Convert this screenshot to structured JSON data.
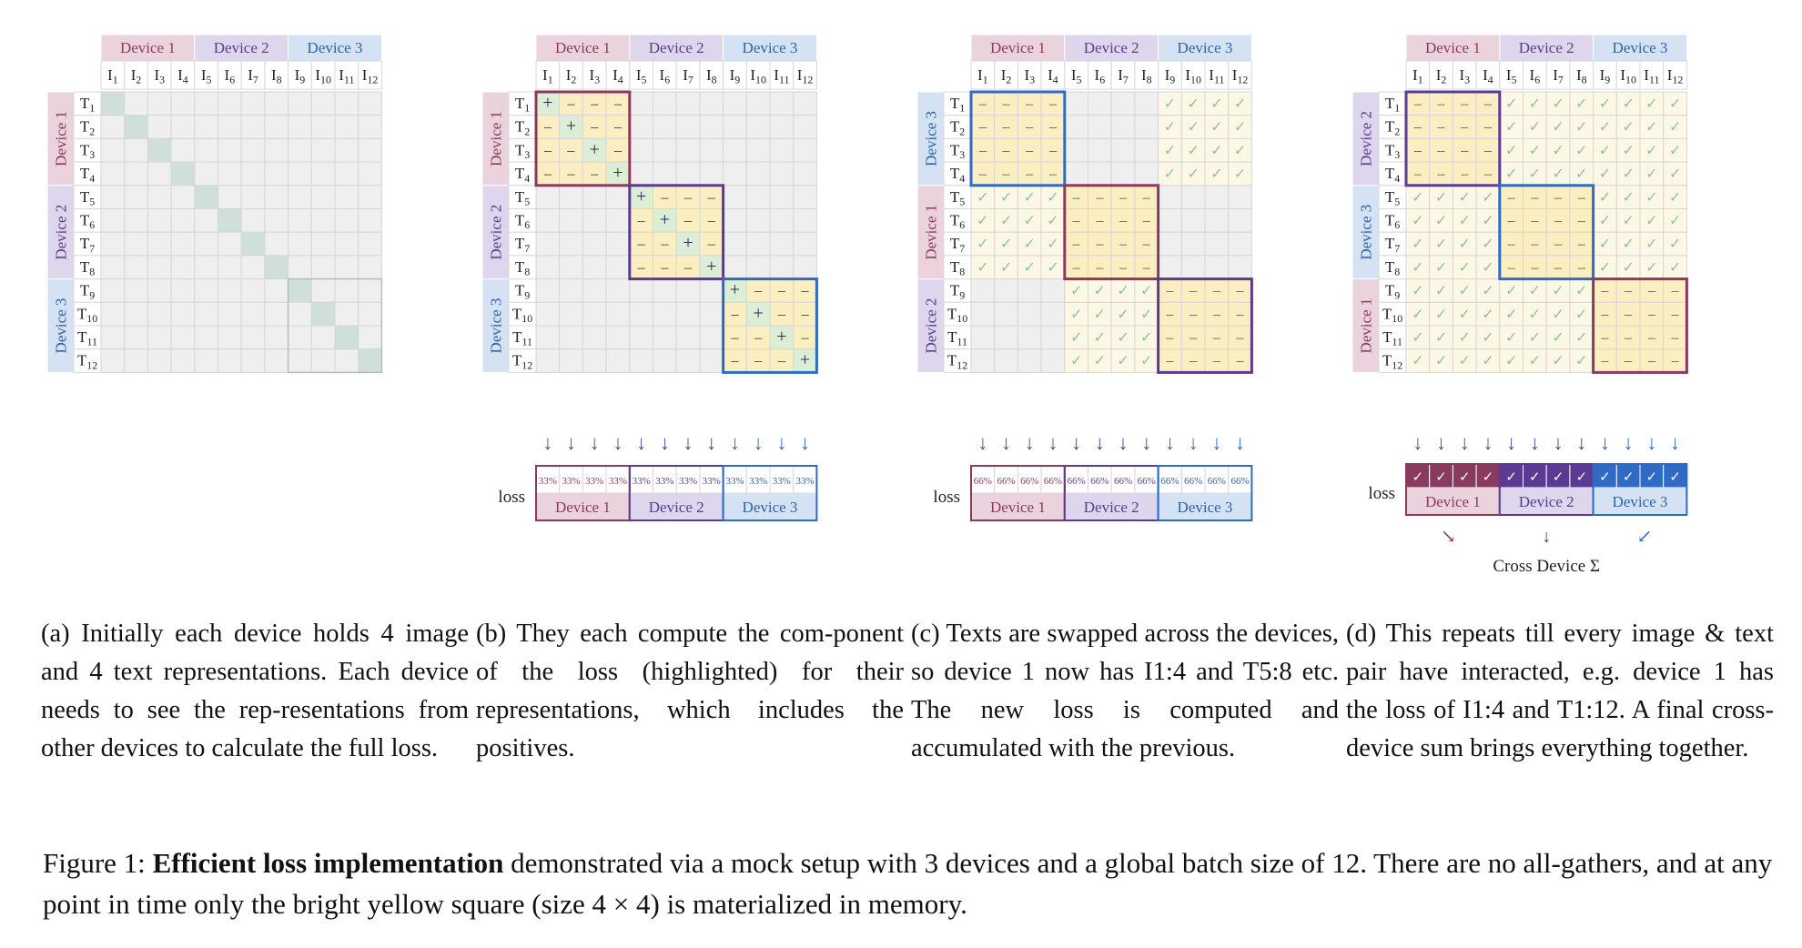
{
  "colors": {
    "device1_fill": "#ead3dd",
    "device2_fill": "#ddd6ec",
    "device3_fill": "#d4e2f3",
    "device1_text": "#8c3a5e",
    "device2_text": "#5a3d8e",
    "device3_text": "#2f64a8",
    "device1_border": "#8a3a5e",
    "device2_border": "#5a3a92",
    "device3_border": "#2f6bc4",
    "cell_bg": "#efefef",
    "cell_grid": "#d6d6d6",
    "diag": "#cfe0dc",
    "yellow": "#fbeec0",
    "pale_yellow": "#fdf8e6",
    "check": "#8fc39a"
  },
  "diagram": {
    "device_labels": [
      "Device 1",
      "Device 2",
      "Device 3"
    ],
    "image_labels": [
      "I1",
      "I2",
      "I3",
      "I4",
      "I5",
      "I6",
      "I7",
      "I8",
      "I9",
      "I10",
      "I11",
      "I12"
    ],
    "text_labels": [
      "T1",
      "T2",
      "T3",
      "T4",
      "T5",
      "T6",
      "T7",
      "T8",
      "T9",
      "T10",
      "T11",
      "T12"
    ],
    "panels": [
      {
        "id": "a",
        "row_devices": [
          1,
          2,
          3
        ]
      },
      {
        "id": "b",
        "row_devices": [
          1,
          2,
          3
        ],
        "loss_label": "loss",
        "loss_values": "33%"
      },
      {
        "id": "c",
        "row_devices": [
          3,
          1,
          2
        ],
        "loss_label": "loss",
        "loss_values": "66%"
      },
      {
        "id": "d",
        "row_devices": [
          2,
          3,
          1
        ],
        "loss_label": "loss",
        "loss_values": "✓"
      }
    ],
    "positive_mark": "+",
    "negative_mark": "–",
    "check_mark": "✓",
    "cross_device_label": "Cross Device Σ"
  },
  "captions": {
    "a": "(a) Initially each device holds 4 image and 4 text representations. Each device needs to see the rep-­resentations from other devices to calculate the full loss.",
    "b": "(b) They each compute the com-­ponent of the loss (highlighted) for their representations, which includes the positives.",
    "c": "(c) Texts are swapped across the devices, so device 1 now has I1:4 and T5:8 etc. The new loss is computed and accumulated with the previous.",
    "d": "(d) This repeats till every image & text pair have interacted, e.g. device 1 has the loss of I1:4 and T1:12. A final cross-device sum brings everything together."
  },
  "figure_caption": {
    "prefix": "Figure 1: ",
    "bold": "Efficient loss implementation",
    "rest": " demonstrated via a mock setup with 3 devices and a global batch size of 12. There are no all-gathers, and at any point in time only the bright yellow square (size 4 × 4) is materialized in memory."
  }
}
